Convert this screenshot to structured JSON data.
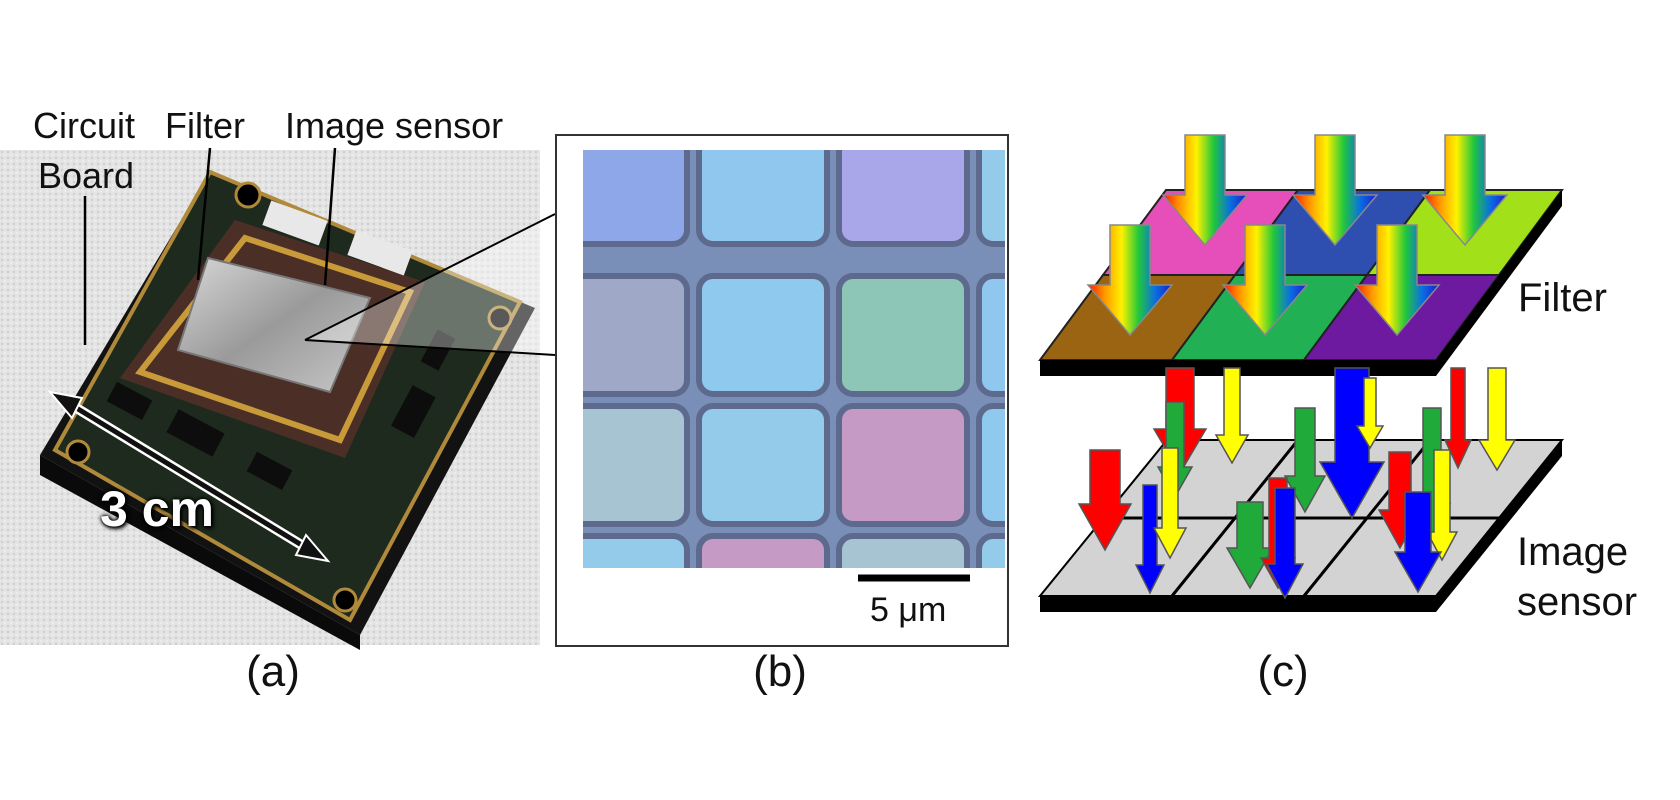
{
  "panel_a": {
    "labels": {
      "circuit_board_line1": "Circuit",
      "circuit_board_line2": "Board",
      "filter": "Filter",
      "image_sensor": "Image sensor"
    },
    "dimension": "3 cm",
    "caption": "(a)"
  },
  "panel_b": {
    "scale_bar": "5 μm",
    "caption": "(b)",
    "tile_colors": [
      [
        "#8da7e8",
        "#8fc7ee",
        "#a9a6ea"
      ],
      [
        "#9fa8c6",
        "#8fc9ee",
        "#8dc6b6"
      ],
      [
        "#a6c4d2",
        "#94cbea",
        "#c59bc6"
      ]
    ]
  },
  "panel_c": {
    "filter_label": "Filter",
    "sensor_label_line1": "Image",
    "sensor_label_line2": "sensor",
    "caption": "(c)",
    "filter_colors": [
      "#e64fb9",
      "#2f4fb0",
      "#a2e11a",
      "#9a6413",
      "#22b055",
      "#6d1aa0"
    ],
    "arrow_colors": {
      "red": "#ff0000",
      "yellow": "#ffff00",
      "green": "#1faa3a",
      "blue": "#0000ff"
    }
  }
}
